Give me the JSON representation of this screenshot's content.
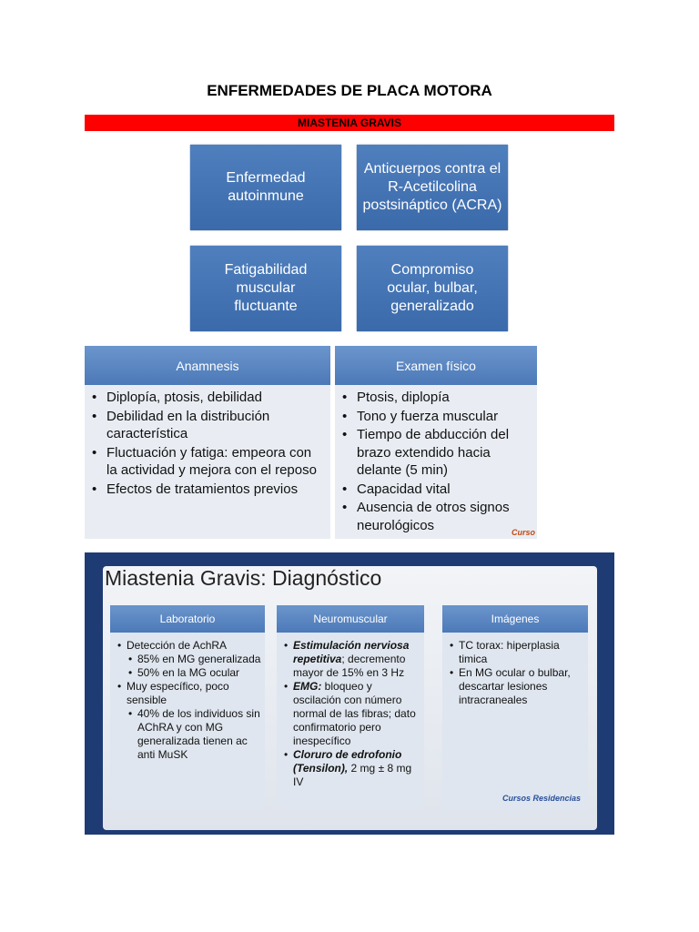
{
  "title": "ENFERMEDADES DE PLACA MOTORA",
  "subtitle": "MIASTENIA GRAVIS",
  "boxes": {
    "b1": "Enfermedad autoinmune",
    "b2": "Anticuerpos contra el R-Acetilcolina postsináptico (ACRA)",
    "b3": "Fatigabilidad muscular fluctuante",
    "b4": "Compromiso ocular, bulbar, generalizado"
  },
  "anamnesis": {
    "heading": "Anamnesis",
    "items": [
      "Diplopía, ptosis, debilidad",
      "Debilidad en la distribución característica",
      "Fluctuación y fatiga: empeora con la actividad y mejora con el reposo",
      "Efectos de tratamientos previos"
    ]
  },
  "examen": {
    "heading": "Examen físico",
    "items": [
      "Ptosis, diplopía",
      "Tono y fuerza muscular",
      "Tiempo de abducción del brazo extendido hacia delante (5 min)",
      "Capacidad vital",
      "Ausencia de otros signos neurológicos"
    ]
  },
  "slide": {
    "title": "Miastenia Gravis: Diagnóstico",
    "laboratorio": {
      "heading": "Laboratorio",
      "i1": "Detección de AchRA",
      "i1a": "85% en  MG generalizada",
      "i1b": "50% en la MG ocular",
      "i2": "Muy específico, poco sensible",
      "i2a": "40% de los individuos sin AChRA y con MG generalizada tienen ac anti MuSK"
    },
    "neuromuscular": {
      "heading": "Neuromuscular",
      "i1_bold": "Estimulación nerviosa repetitiva",
      "i1_rest": "; decremento mayor de 15% en 3 Hz",
      "i2_bold": "EMG:",
      "i2_rest": " bloqueo y oscilación con número normal de las fibras; dato confirmatorio pero inespecífico",
      "i3_bold": "Cloruro de edrofonio (Tensilon),",
      "i3_rest": " 2 mg ± 8 mg IV"
    },
    "imagenes": {
      "heading": "Imágenes",
      "i1": "TC torax: hiperplasia timica",
      "i2": "En MG ocular o bulbar, descartar lesiones intracraneales"
    },
    "logo": "Cursos Residencias"
  },
  "logo_small": "Curso"
}
